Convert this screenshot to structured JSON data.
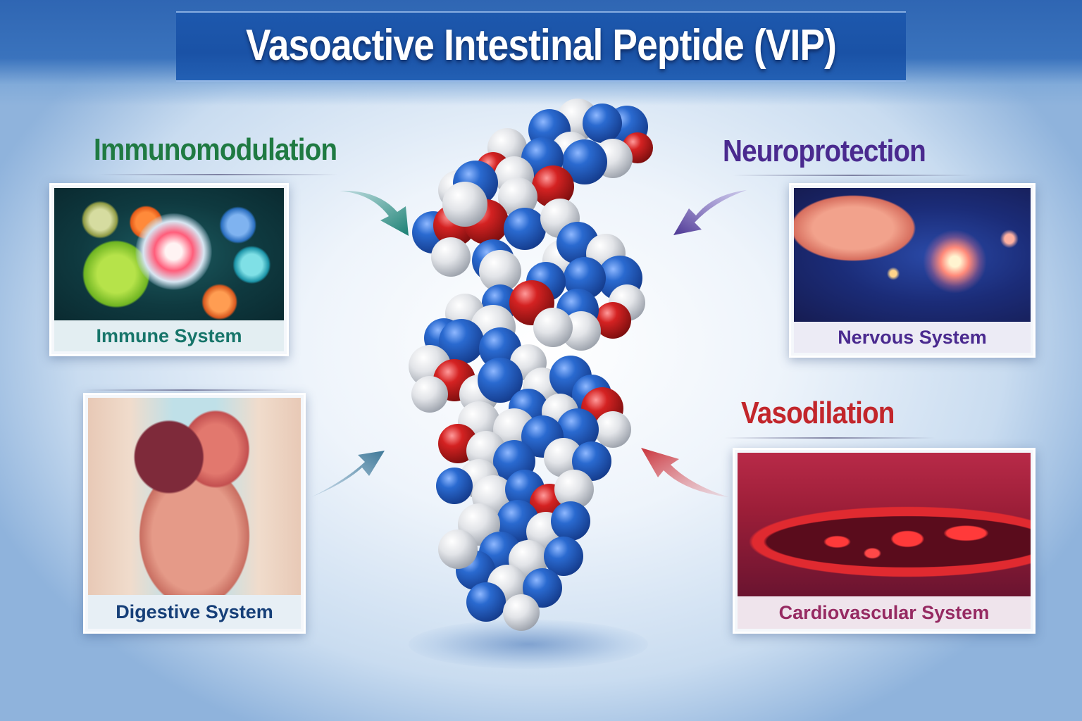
{
  "title": "Vasoactive Intestinal Peptide (VIP)",
  "center": {
    "label": "VIP peptide molecule (space-filling model)"
  },
  "panels": [
    {
      "id": "immune",
      "heading": "Immunomodulation",
      "caption": "Immune System",
      "heading_color": "#1f7a42",
      "caption_color": "#17756a",
      "arrow_color": "#1f8a7a",
      "arrow_direction": "toward-center"
    },
    {
      "id": "nervous",
      "heading": "Neuroprotection",
      "caption": "Nervous System",
      "heading_color": "#4a2a8f",
      "caption_color": "#4a2a8f",
      "arrow_color": "#5a3fa0",
      "arrow_direction": "toward-center"
    },
    {
      "id": "digestive",
      "heading": "",
      "caption": "Digestive System",
      "caption_color": "#163f78",
      "arrow_color": "#4f86a8",
      "arrow_direction": "toward-center"
    },
    {
      "id": "cardio",
      "heading": "Vasodilation",
      "caption": "Cardiovascular System",
      "heading_color": "#c2262b",
      "caption_color": "#962a62",
      "arrow_color": "#d0434b",
      "arrow_direction": "toward-center"
    }
  ],
  "colors": {
    "title_band": "#1d58ad",
    "atom_blue": "#2466c4",
    "atom_red": "#d32222",
    "atom_white": "#e6e8ec"
  }
}
